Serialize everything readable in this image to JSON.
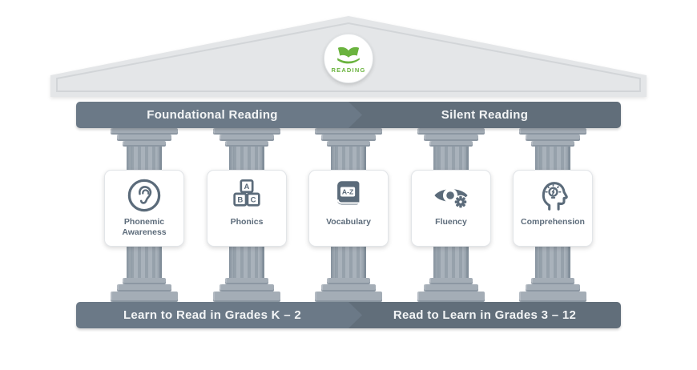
{
  "logo": {
    "label": "READING",
    "icon": "open-book-hand-icon"
  },
  "top_banner": {
    "left_label": "Foundational Reading",
    "right_label": "Silent Reading"
  },
  "pillars": [
    {
      "label": "Phonemic Awareness",
      "icon": "ear-icon"
    },
    {
      "label": "Phonics",
      "icon": "abc-blocks-icon",
      "block_letters": [
        "A",
        "B",
        "C"
      ]
    },
    {
      "label": "Vocabulary",
      "icon": "az-book-icon",
      "book_label": "A-Z"
    },
    {
      "label": "Fluency",
      "icon": "eye-gear-icon"
    },
    {
      "label": "Comprehension",
      "icon": "head-lightbulb-icon"
    }
  ],
  "bottom_banner": {
    "left_label": "Learn to Read in Grades K – 2",
    "right_label": "Read to Learn in Grades 3 – 12"
  },
  "colors": {
    "green": "#6ab33e",
    "slate": "#5b6b7a",
    "slate-text": "#5d6c7b",
    "bar-left": "#6b7987",
    "bar-right": "#616e7a",
    "pillar": "#a9b2bb",
    "pillar-shade": "#96a1ab",
    "pillar-slab": "#a4adb6",
    "roof": "#e4e6e8",
    "roof-line": "#d2d5d8",
    "card-border": "#e2e5e8",
    "banner-text": "#f3f5f6"
  }
}
